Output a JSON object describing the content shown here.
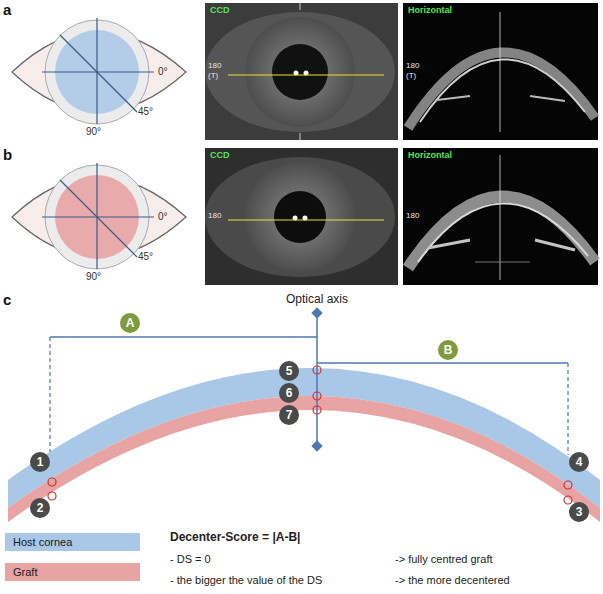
{
  "diagram": {
    "nodes": [
      {
        "text": [
          "A"
        ]
      },
      {
        "text": [
          "B"
        ]
      },
      {
        "text": [
          "1"
        ]
      },
      {
        "text": [
          "2"
        ]
      },
      {
        "text": [
          "3"
        ]
      },
      {
        "text": [
          "4"
        ]
      },
      {
        "text": [
          "5"
        ]
      },
      {
        "text": [
          "6"
        ]
      },
      {
        "text": [
          "7"
        ]
      }
    ],
    "edges": [],
    "labels": [
      "a",
      "0°",
      "45°",
      "90°",
      "CCD",
      "180",
      "(T)",
      "Horizontal",
      "180",
      "(T)",
      "b",
      "0°",
      "45°",
      "90°",
      "CCD",
      "180",
      "Horizontal",
      "180",
      "c",
      "Optical axis",
      "Decenter-Score = |A-B|",
      "- DS = 0",
      "-> fully centred graft",
      "- the bigger the value of the DS",
      "-> the more decentered"
    ],
    "legend": [
      {
        "text": "Host cornea",
        "color": "#a9c7e6"
      },
      {
        "text": "Graft",
        "color": "#e8a3a3"
      }
    ]
  }
}
